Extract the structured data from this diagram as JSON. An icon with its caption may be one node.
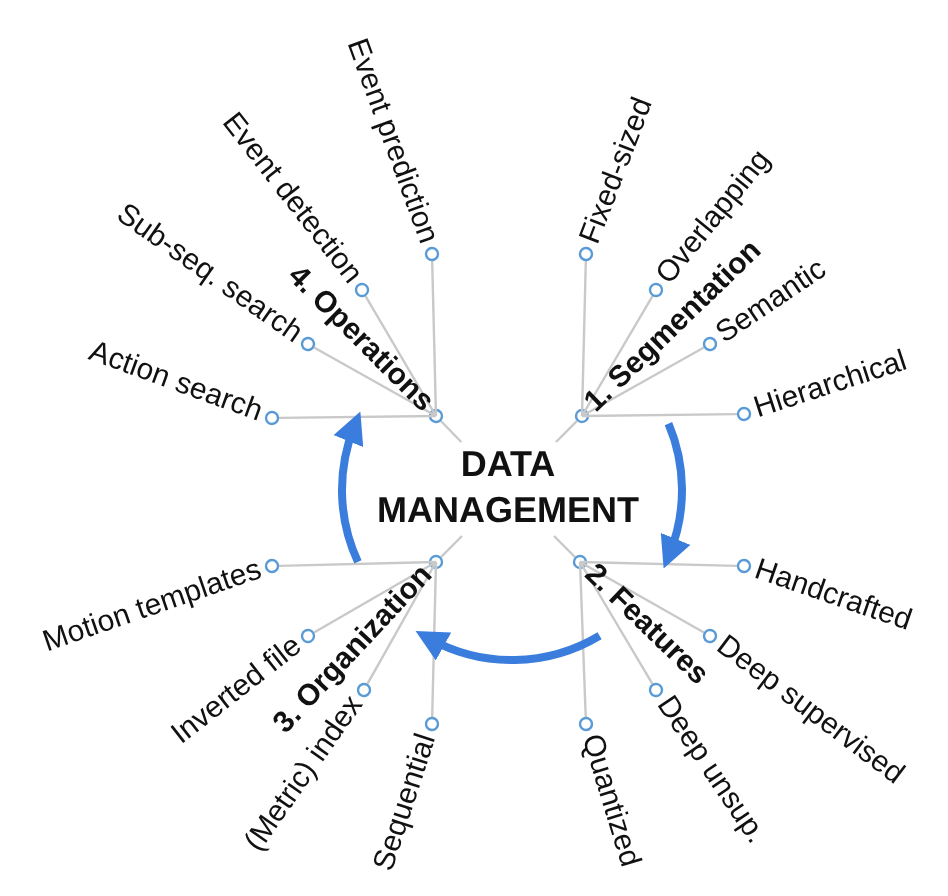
{
  "diagram": {
    "nodes": [
      {
        "text": [
          "DATA MANAGEMENT"
        ]
      },
      {
        "text": [
          "1. Segmentation"
        ]
      },
      {
        "text": [
          "2. Features"
        ]
      },
      {
        "text": [
          "3. Organization"
        ]
      },
      {
        "text": [
          "4. Operations"
        ]
      },
      {
        "text": [
          "Fixed-sized"
        ]
      },
      {
        "text": [
          "Overlapping"
        ]
      },
      {
        "text": [
          "Semantic"
        ]
      },
      {
        "text": [
          "Hierarchical"
        ]
      },
      {
        "text": [
          "Handcrafted"
        ]
      },
      {
        "text": [
          "Deep supervised"
        ]
      },
      {
        "text": [
          "Deep unsup."
        ]
      },
      {
        "text": [
          "Quantized"
        ]
      },
      {
        "text": [
          "Motion templates"
        ]
      },
      {
        "text": [
          "Inverted file"
        ]
      },
      {
        "text": [
          "(Metric) index"
        ]
      },
      {
        "text": [
          "Sequential"
        ]
      },
      {
        "text": [
          "Action search"
        ]
      },
      {
        "text": [
          "Sub-seq. search"
        ]
      },
      {
        "text": [
          "Event detection"
        ]
      },
      {
        "text": [
          "Event prediction"
        ]
      }
    ],
    "edges": [
      {
        "from": 0,
        "to": 1,
        "arrow": "other"
      },
      {
        "from": 0,
        "to": 2,
        "arrow": "other"
      },
      {
        "from": 0,
        "to": 3,
        "arrow": "other"
      },
      {
        "from": 0,
        "to": 4,
        "arrow": "other"
      },
      {
        "from": 1,
        "to": 5,
        "arrow": "other"
      },
      {
        "from": 1,
        "to": 6,
        "arrow": "other"
      },
      {
        "from": 1,
        "to": 7,
        "arrow": "other"
      },
      {
        "from": 1,
        "to": 8,
        "arrow": "other"
      },
      {
        "from": 2,
        "to": 9,
        "arrow": "other"
      },
      {
        "from": 2,
        "to": 10,
        "arrow": "other"
      },
      {
        "from": 2,
        "to": 11,
        "arrow": "other"
      },
      {
        "from": 2,
        "to": 12,
        "arrow": "other"
      },
      {
        "from": 3,
        "to": 13,
        "arrow": "other"
      },
      {
        "from": 3,
        "to": 14,
        "arrow": "other"
      },
      {
        "from": 3,
        "to": 15,
        "arrow": "other"
      },
      {
        "from": 3,
        "to": 16,
        "arrow": "other"
      },
      {
        "from": 4,
        "to": 17,
        "arrow": "other"
      },
      {
        "from": 4,
        "to": 18,
        "arrow": "other"
      },
      {
        "from": 4,
        "to": 19,
        "arrow": "other"
      },
      {
        "from": 4,
        "to": 20,
        "arrow": "other"
      },
      {
        "from": 1,
        "to": 2,
        "arrow": "to",
        "style": "thick",
        "color": "#3b7ddd"
      },
      {
        "from": 2,
        "to": 3,
        "arrow": "to",
        "style": "thick",
        "color": "#3b7ddd"
      },
      {
        "from": 3,
        "to": 4,
        "arrow": "to",
        "style": "thick",
        "color": "#3b7ddd"
      }
    ]
  }
}
